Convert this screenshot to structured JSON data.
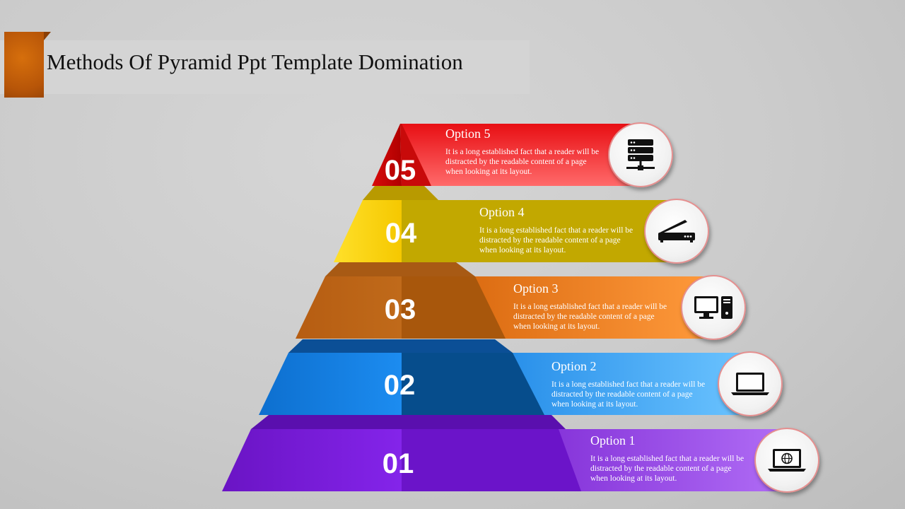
{
  "title": "Methods Of Pyramid Ppt Template Domination",
  "levels": [
    {
      "number": "05",
      "option": "Option 5",
      "description": "It is  a long established fact that a reader will  be distracted by the readable content of a page when looking  at its layout.",
      "icon": "server-icon",
      "color": "#e01010"
    },
    {
      "number": "04",
      "option": "Option 4",
      "description": "It is  a long established fact that a reader will  be distracted by the readable content of a page when looking  at its layout.",
      "icon": "scanner-icon",
      "color": "#c2a800"
    },
    {
      "number": "03",
      "option": "Option 3",
      "description": "It is  a long established fact that a reader will  be distracted by the readable content of a page when looking  at its layout.",
      "icon": "desktop-computer-icon",
      "color": "#d86a0c"
    },
    {
      "number": "02",
      "option": "Option 2",
      "description": "It is  a long established fact that a reader will  be distracted by the readable content of a page when looking  at its layout.",
      "icon": "laptop-icon",
      "color": "#1d7fd4"
    },
    {
      "number": "01",
      "option": "Option 1",
      "description": "It is  a long established fact that a reader will  be distracted by the readable content of a page when looking  at its layout.",
      "icon": "laptop-globe-icon",
      "color": "#7a1fd6"
    }
  ]
}
